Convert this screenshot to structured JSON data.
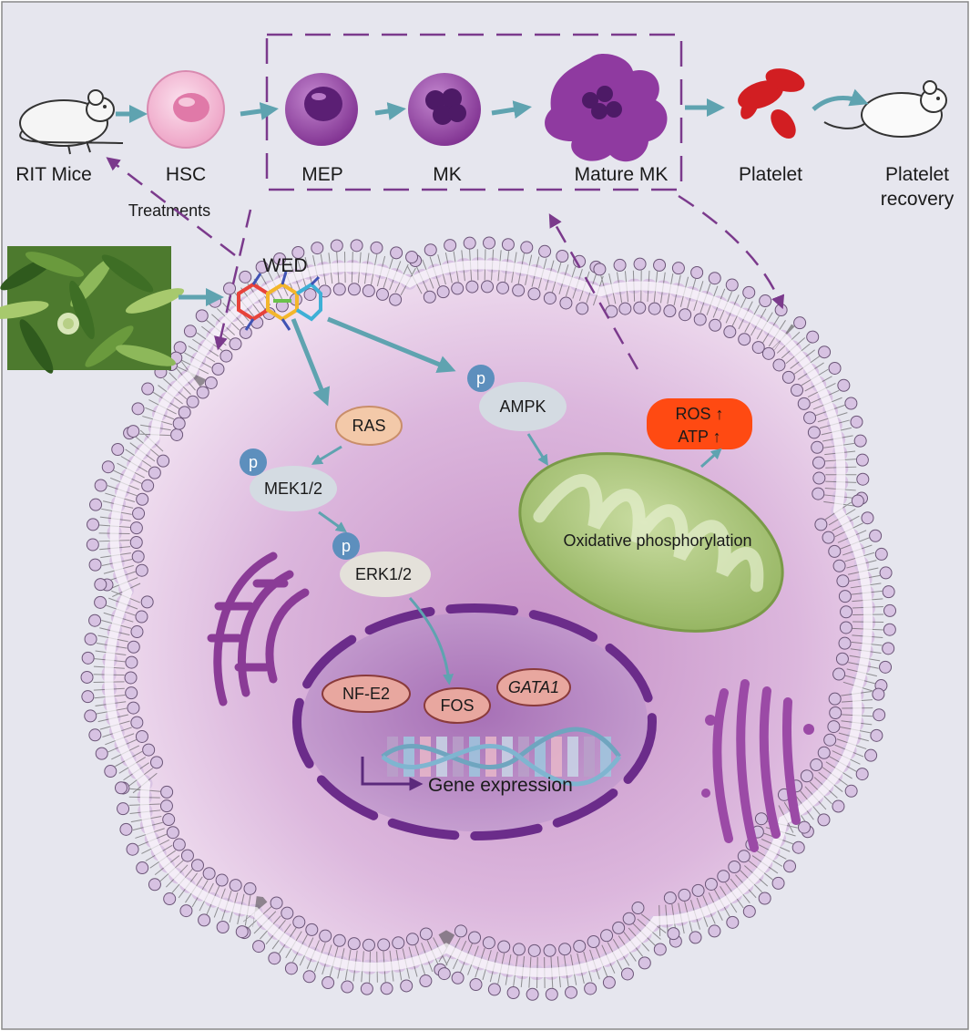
{
  "flow": {
    "rit_mice": "RIT Mice",
    "hsc": "HSC",
    "mep": "MEP",
    "mk": "MK",
    "mature_mk": "Mature MK",
    "platelet": "Platelet",
    "platelet_recovery_1": "Platelet",
    "platelet_recovery_2": "recovery",
    "treatments": "Treatments"
  },
  "compound": {
    "label": "WED"
  },
  "pathway": {
    "phospho": "p",
    "ras": "RAS",
    "mek": "MEK1/2",
    "erk": "ERK1/2",
    "ampk": "AMPK",
    "ros": "ROS ↑",
    "atp": "ATP ↑",
    "oxphos": "Oxidative phosphorylation"
  },
  "nucleus": {
    "nfe2": "NF-E2",
    "fos": "FOS",
    "gata1": "GATA1",
    "gene_expression": "Gene expression"
  },
  "colors": {
    "background": "#e6e6ee",
    "arrow": "#5fa3b0",
    "dashed": "#7b3a8c",
    "cell_purple": "#8a3b96",
    "ros_box": "#ff4a12",
    "mito": "#9dbb6a",
    "phospho": "#5d8fbd"
  }
}
